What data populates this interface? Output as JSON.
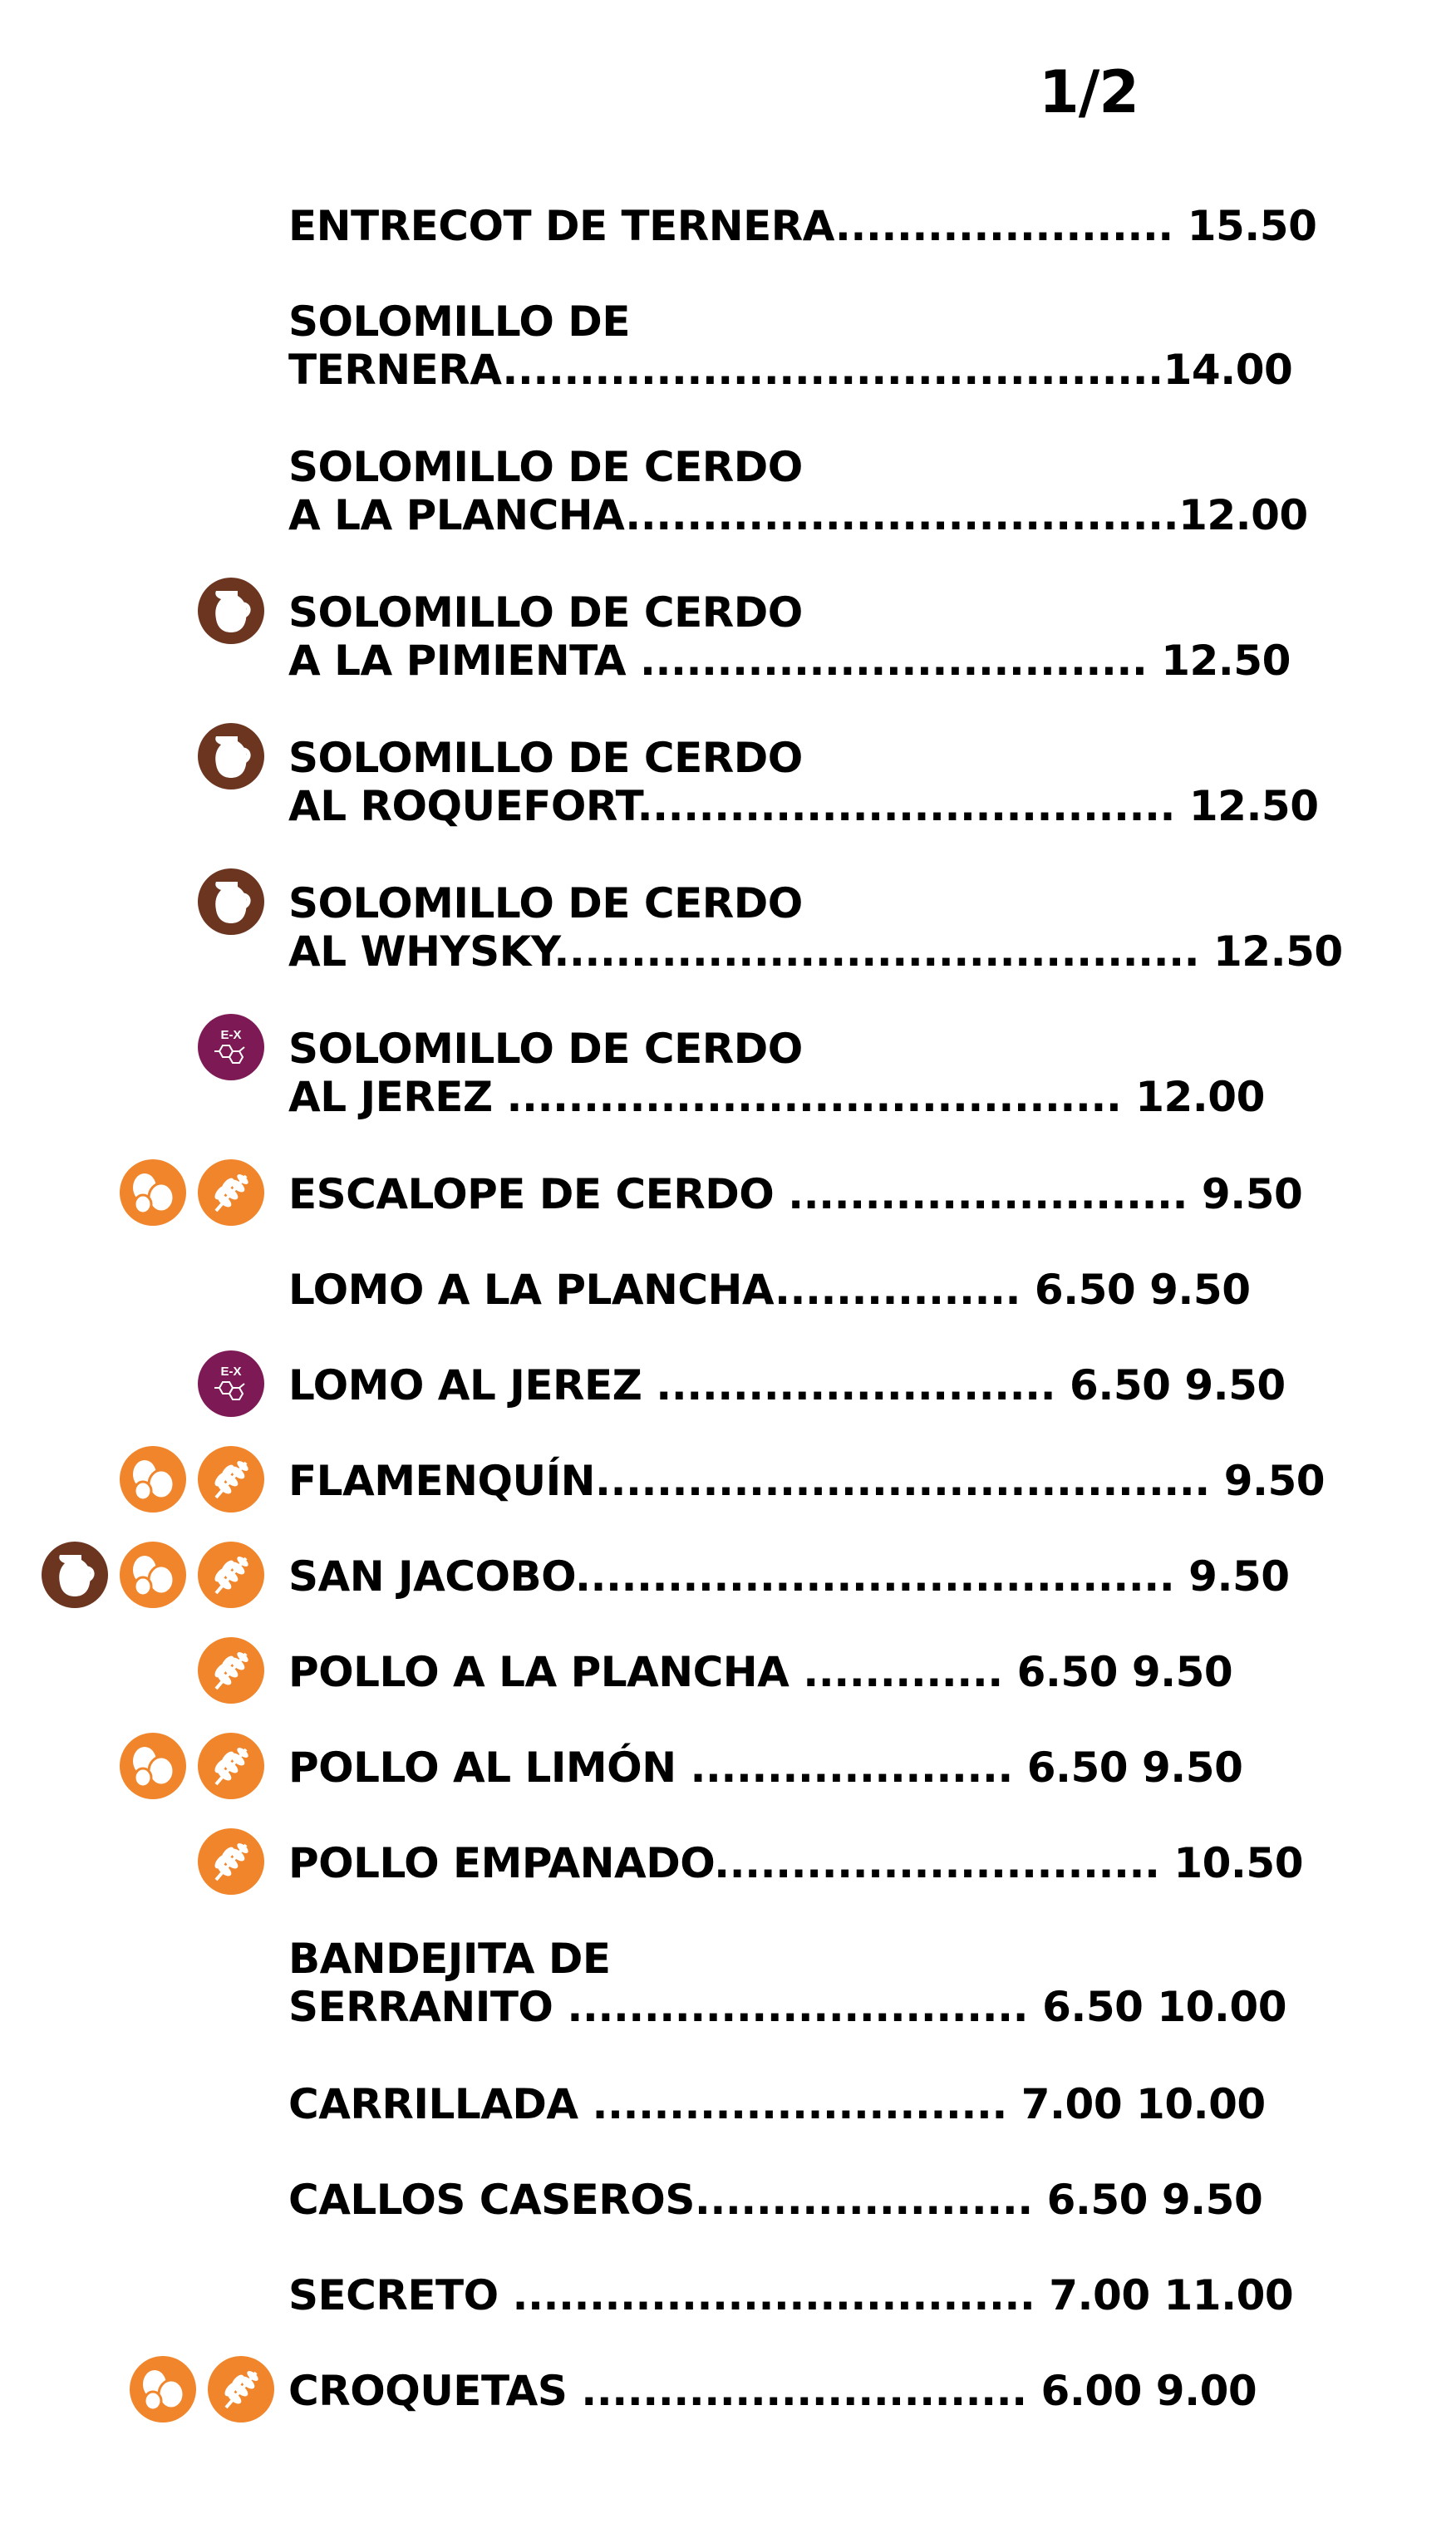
{
  "page_number": "1/2",
  "colors": {
    "sulphite": "#6b3520",
    "egg_gluten": "#f0852b",
    "additive": "#7d1a55"
  },
  "items": [
    {
      "lines": [
        "ENTRECOT DE TERNERA...................... 15.50"
      ],
      "icons": []
    },
    {
      "lines": [
        "SOLOMILLO DE",
        "TERNERA...........................................14.00"
      ],
      "icons": []
    },
    {
      "lines": [
        "SOLOMILLO DE CERDO",
        "A LA PLANCHA....................................12.00"
      ],
      "icons": []
    },
    {
      "lines": [
        "SOLOMILLO DE CERDO",
        "A LA PIMIENTA  ................................. 12.50"
      ],
      "icons": [
        "jug-icon"
      ]
    },
    {
      "lines": [
        "SOLOMILLO DE CERDO",
        "AL ROQUEFORT...................................  12.50"
      ],
      "icons": [
        "jug-icon"
      ]
    },
    {
      "lines": [
        "SOLOMILLO DE CERDO",
        "AL WHYSKY.......................................... 12.50"
      ],
      "icons": [
        "jug-icon"
      ]
    },
    {
      "lines": [
        "SOLOMILLO DE CERDO",
        "AL JEREZ ........................................  12.00"
      ],
      "icons": [
        "additive-icon"
      ]
    },
    {
      "lines": [
        "ESCALOPE DE CERDO .......................... 9.50"
      ],
      "icons": [
        "egg-icon",
        "gluten-icon"
      ]
    },
    {
      "lines": [
        "LOMO A LA PLANCHA................ 6.50  9.50"
      ],
      "icons": []
    },
    {
      "lines": [
        "LOMO AL JEREZ .......................... 6.50  9.50"
      ],
      "icons": [
        "additive-icon"
      ]
    },
    {
      "lines": [
        "FLAMENQUÍN........................................ 9.50"
      ],
      "icons": [
        "egg-icon",
        "gluten-icon"
      ]
    },
    {
      "lines": [
        "SAN JACOBO.......................................    9.50"
      ],
      "icons": [
        "jug-icon",
        "egg-icon",
        "gluten-icon"
      ]
    },
    {
      "lines": [
        "POLLO A LA PLANCHA ............. 6.50    9.50"
      ],
      "icons": [
        "gluten-icon"
      ]
    },
    {
      "lines": [
        "POLLO AL LIMÓN  ..................... 6.50    9.50"
      ],
      "icons": [
        "egg-icon",
        "gluten-icon"
      ]
    },
    {
      "lines": [
        "POLLO EMPANADO............................. 10.50"
      ],
      "icons": [
        "gluten-icon"
      ]
    },
    {
      "lines": [
        "BANDEJITA DE",
        "SERRANITO  .............................. 6.50   10.00"
      ],
      "icons": []
    },
    {
      "lines": [
        "CARRILLADA  ........................... 7.00    10.00"
      ],
      "icons": []
    },
    {
      "lines": [
        "CALLOS CASEROS...................... 6.50    9.50"
      ],
      "icons": []
    },
    {
      "lines": [
        "SECRETO .................................. 7.00   11.00"
      ],
      "icons": []
    },
    {
      "lines": [
        "CROQUETAS ............................. 6.00  9.00"
      ],
      "icons": [
        "egg-icon",
        "gluten-icon"
      ]
    }
  ],
  "additive_label": "E-X"
}
